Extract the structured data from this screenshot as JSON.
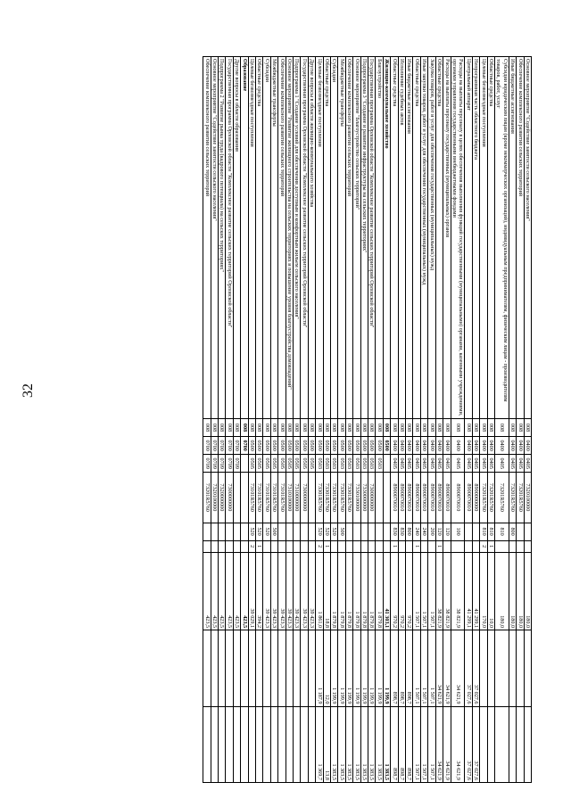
{
  "page_number": "32",
  "columns": [
    "name",
    "code",
    "section",
    "target",
    "type",
    "fund",
    "v1",
    "v2",
    "v3"
  ],
  "rows": [
    {
      "name": "Основное мероприятие \"Содействие занятости сельского населения\"",
      "code": "008",
      "section": "0400",
      "subsection": "0405",
      "target": "7320100000",
      "type": "",
      "fund": "",
      "v1": "180,0",
      "v2": "",
      "v3": "",
      "bold": false
    },
    {
      "name": "Обеспечение комплексного развития сельских территорий",
      "code": "008",
      "section": "0400",
      "subsection": "0405",
      "target": "73201R5760",
      "type": "",
      "fund": "",
      "v1": "180,0",
      "v2": "",
      "v3": "",
      "bold": false
    },
    {
      "name": "Иные бюджетные ассигнования",
      "code": "008",
      "section": "0400",
      "subsection": "0405",
      "target": "73201R5760",
      "type": "800",
      "fund": "",
      "v1": "180,0",
      "v2": "",
      "v3": "",
      "bold": false
    },
    {
      "name": "Субсидии юридическим лицам (кроме некоммерческих организаций), индивидуальным предпринимателям, физическим лицам - производителям товаров, работ, услуг",
      "code": "008",
      "section": "0400",
      "subsection": "0405",
      "target": "73201R5760",
      "type": "810",
      "fund": "",
      "v1": "180,0",
      "v2": "",
      "v3": "",
      "bold": false
    },
    {
      "name": "Областные средства",
      "code": "008",
      "section": "0400",
      "subsection": "0405",
      "target": "73201R5760",
      "type": "810",
      "fund": "1",
      "v1": "10,0",
      "v2": "",
      "v3": "",
      "bold": false
    },
    {
      "name": "Целевые безвозмездные поступления",
      "code": "008",
      "section": "0400",
      "subsection": "0405",
      "target": "73201R5760",
      "type": "810",
      "fund": "2",
      "v1": "170,0",
      "v2": "",
      "v3": "",
      "bold": false
    },
    {
      "name": "Непрограммная часть областного бюджета",
      "code": "008",
      "section": "0400",
      "subsection": "0405",
      "target": "8900000000",
      "type": "",
      "fund": "",
      "v1": "41 299,1",
      "v2": "37 027,6",
      "v3": "37 027,6",
      "bold": false
    },
    {
      "name": "Центральный аппарат",
      "code": "008",
      "section": "0400",
      "subsection": "0405",
      "target": "8900070010",
      "type": "",
      "fund": "",
      "v1": "41 299,1",
      "v2": "37 027,6",
      "v3": "37 027,6",
      "bold": false
    },
    {
      "name": "Расходы на выплаты персоналу в целях обеспечения выполнения функций государственными (муниципальными) органами, казенными учреждениями, органами управления государственными внебюджетными фондами",
      "code": "008",
      "section": "0400",
      "subsection": "0405",
      "target": "8900070010",
      "type": "100",
      "fund": "",
      "v1": "38 821,9",
      "v2": "34 621,9",
      "v3": "34 621,9",
      "bold": false
    },
    {
      "name": "Расходы на выплаты персоналу государственных (муниципальных) органов",
      "code": "008",
      "section": "0400",
      "subsection": "0405",
      "target": "8900070010",
      "type": "120",
      "fund": "",
      "v1": "38 821,9",
      "v2": "34 621,9",
      "v3": "34 621,9",
      "bold": false
    },
    {
      "name": "Областные средства",
      "code": "008",
      "section": "0400",
      "subsection": "0405",
      "target": "8900070010",
      "type": "120",
      "fund": "1",
      "v1": "38 821,9",
      "v2": "34 621,9",
      "v3": "34 621,9",
      "bold": false
    },
    {
      "name": "Закупка товаров, работ и услуг для обеспечения государственных (муниципальных) нужд",
      "code": "008",
      "section": "0400",
      "subsection": "0405",
      "target": "8900070010",
      "type": "200",
      "fund": "",
      "v1": "1 507,1",
      "v2": "1 507,1",
      "v3": "1 507,1",
      "bold": false
    },
    {
      "name": "Иные закупки товаров, работ и услуг для обеспечения государственных (муниципальных) нужд",
      "code": "008",
      "section": "0400",
      "subsection": "0405",
      "target": "8900070010",
      "type": "240",
      "fund": "",
      "v1": "1 507,1",
      "v2": "1 507,1",
      "v3": "1 507,1",
      "bold": false
    },
    {
      "name": "Областные средства",
      "code": "008",
      "section": "0400",
      "subsection": "0405",
      "target": "8900070010",
      "type": "240",
      "fund": "1",
      "v1": "1 507,1",
      "v2": "1 507,1",
      "v3": "1 507,1",
      "bold": false
    },
    {
      "name": "Иные бюджетные ассигнования",
      "code": "008",
      "section": "0400",
      "subsection": "0405",
      "target": "8900070010",
      "type": "800",
      "fund": "",
      "v1": "970,2",
      "v2": "898,7",
      "v3": "898,7",
      "bold": false
    },
    {
      "name": "Исполнение судебных актов",
      "code": "008",
      "section": "0400",
      "subsection": "0405",
      "target": "8900070010",
      "type": "830",
      "fund": "",
      "v1": "970,2",
      "v2": "898,7",
      "v3": "898,7",
      "bold": false
    },
    {
      "name": "Областные средства",
      "code": "008",
      "section": "0400",
      "subsection": "0405",
      "target": "8900070010",
      "type": "830",
      "fund": "1",
      "v1": "970,2",
      "v2": "898,7",
      "v3": "898,7",
      "bold": false
    },
    {
      "name": "Жилищно-коммунальное хозяйство",
      "code": "008",
      "section": "0500",
      "subsection": "",
      "target": "",
      "type": "",
      "fund": "",
      "v1": "41 303,1",
      "v2": "1 199,9",
      "v3": "1 383,5",
      "bold": true
    },
    {
      "name": "Благоустройство",
      "code": "008",
      "section": "0500",
      "subsection": "0503",
      "target": "",
      "type": "",
      "fund": "",
      "v1": "1 879,8",
      "v2": "1 199,9",
      "v3": "1 383,5",
      "bold": false
    },
    {
      "name": "Государственная программа Орловской области \"Комплексное развитие сельских территорий Орловской области\"",
      "code": "008",
      "section": "0500",
      "subsection": "0503",
      "target": "7300000000",
      "type": "",
      "fund": "",
      "v1": "1 879,8",
      "v2": "1 199,9",
      "v3": "1 383,5",
      "bold": false
    },
    {
      "name": "Подпрограмма 3 \"Создание и развитие инфраструктуры на сельских территориях\"",
      "code": "008",
      "section": "0500",
      "subsection": "0503",
      "target": "7330000000",
      "type": "",
      "fund": "",
      "v1": "1 879,8",
      "v2": "1 199,9",
      "v3": "1 383,5",
      "bold": false
    },
    {
      "name": "Основное мероприятие \"Благоустройство сельских территорий\"",
      "code": "008",
      "section": "0500",
      "subsection": "0503",
      "target": "7330100000",
      "type": "",
      "fund": "",
      "v1": "1 879,8",
      "v2": "1 199,9",
      "v3": "1 383,5",
      "bold": false
    },
    {
      "name": "Обеспечение комплексного развития сельских территорий",
      "code": "008",
      "section": "0500",
      "subsection": "0503",
      "target": "73301R5760",
      "type": "",
      "fund": "",
      "v1": "1 879,8",
      "v2": "1 199,9",
      "v3": "1 383,5",
      "bold": false
    },
    {
      "name": "Межбюджетные трансферты",
      "code": "008",
      "section": "0500",
      "subsection": "0503",
      "target": "73301R5760",
      "type": "500",
      "fund": "",
      "v1": "1 879,8",
      "v2": "1 199,9",
      "v3": "1 383,5",
      "bold": false
    },
    {
      "name": "Субсидии",
      "code": "008",
      "section": "0500",
      "subsection": "0503",
      "target": "73301R5760",
      "type": "520",
      "fund": "",
      "v1": "1 879,8",
      "v2": "1 199,9",
      "v3": "1 383,5",
      "bold": false
    },
    {
      "name": "Областные средства",
      "code": "008",
      "section": "0500",
      "subsection": "0503",
      "target": "73301R5760",
      "type": "520",
      "fund": "1",
      "v1": "18,8",
      "v2": "12,0",
      "v3": "13,8",
      "bold": false
    },
    {
      "name": "Целевые безвозмездные поступления",
      "code": "008",
      "section": "0500",
      "subsection": "0503",
      "target": "73301R5760",
      "type": "520",
      "fund": "2",
      "v1": "1 861,0",
      "v2": "1 187,9",
      "v3": "1 369,7",
      "bold": false
    },
    {
      "name": "Другие вопросы в области жилищно-коммунального хозяйства",
      "code": "008",
      "section": "0500",
      "subsection": "0505",
      "target": "",
      "type": "",
      "fund": "",
      "v1": "39 423,3",
      "v2": "",
      "v3": "",
      "bold": false
    },
    {
      "name": "Государственная программа Орловской области \"Комплексное развитие сельских территорий Орловской области\"",
      "code": "008",
      "section": "0500",
      "subsection": "0505",
      "target": "7300000000",
      "type": "",
      "fund": "",
      "v1": "39 423,3",
      "v2": "",
      "v3": "",
      "bold": false
    },
    {
      "name": "Подпрограмма 1 \"Создание условий для обеспечения доступным и комфортным жильем сельского населения\"",
      "code": "008",
      "section": "0500",
      "subsection": "0505",
      "target": "7310000000",
      "type": "",
      "fund": "",
      "v1": "39 423,3",
      "v2": "",
      "v3": "",
      "bold": false
    },
    {
      "name": "Основное мероприятие \"Развитие жилищного строительства на сельских территориях и повышение уровня благоустройства домовладений\"",
      "code": "008",
      "section": "0500",
      "subsection": "0505",
      "target": "7310100000",
      "type": "",
      "fund": "",
      "v1": "39 423,3",
      "v2": "",
      "v3": "",
      "bold": false
    },
    {
      "name": "Обеспечение комплексного развития сельских территорий",
      "code": "008",
      "section": "0500",
      "subsection": "0505",
      "target": "73101R5760",
      "type": "",
      "fund": "",
      "v1": "39 423,3",
      "v2": "",
      "v3": "",
      "bold": false
    },
    {
      "name": "Межбюджетные трансферты",
      "code": "008",
      "section": "0500",
      "subsection": "0505",
      "target": "73101R5760",
      "type": "500",
      "fund": "",
      "v1": "39 423,3",
      "v2": "",
      "v3": "",
      "bold": false
    },
    {
      "name": "Субсидии",
      "code": "008",
      "section": "0500",
      "subsection": "0505",
      "target": "73101R5760",
      "type": "520",
      "fund": "",
      "v1": "39 423,3",
      "v2": "",
      "v3": "",
      "bold": false
    },
    {
      "name": "Областные средства",
      "code": "008",
      "section": "0500",
      "subsection": "0505",
      "target": "73101R5760",
      "type": "520",
      "fund": "1",
      "v1": "394,2",
      "v2": "",
      "v3": "",
      "bold": false
    },
    {
      "name": "Целевые безвозмездные поступления",
      "code": "008",
      "section": "0500",
      "subsection": "0505",
      "target": "73101R5760",
      "type": "520",
      "fund": "2",
      "v1": "39 029,1",
      "v2": "",
      "v3": "",
      "bold": false
    },
    {
      "name": "Образование",
      "code": "008",
      "section": "0700",
      "subsection": "",
      "target": "",
      "type": "",
      "fund": "",
      "v1": "423,5",
      "v2": "",
      "v3": "",
      "bold": true
    },
    {
      "name": "Другие вопросы в области образования",
      "code": "008",
      "section": "0700",
      "subsection": "0709",
      "target": "",
      "type": "",
      "fund": "",
      "v1": "423,5",
      "v2": "",
      "v3": "",
      "bold": false
    },
    {
      "name": "Государственная программа Орловской области \"Комплексное развитие сельских территорий Орловской области\"",
      "code": "008",
      "section": "0700",
      "subsection": "0709",
      "target": "7300000000",
      "type": "",
      "fund": "",
      "v1": "423,5",
      "v2": "",
      "v3": "",
      "bold": false
    },
    {
      "name": "Подпрограмма 2 \"Развитие рынка труда (кадрового потенциала) на сельских территориях\"",
      "code": "008",
      "section": "0700",
      "subsection": "0709",
      "target": "7320000000",
      "type": "",
      "fund": "",
      "v1": "423,5",
      "v2": "",
      "v3": "",
      "bold": false
    },
    {
      "name": "Основное мероприятие \"Содействие занятости сельского населения\"",
      "code": "008",
      "section": "0700",
      "subsection": "0709",
      "target": "7320100000",
      "type": "",
      "fund": "",
      "v1": "423,5",
      "v2": "",
      "v3": "",
      "bold": false
    },
    {
      "name": "Обеспечение комплексного развития сельских территорий",
      "code": "008",
      "section": "0700",
      "subsection": "0709",
      "target": "73201R5760",
      "type": "",
      "fund": "",
      "v1": "423,5",
      "v2": "",
      "v3": "",
      "bold": false
    }
  ]
}
